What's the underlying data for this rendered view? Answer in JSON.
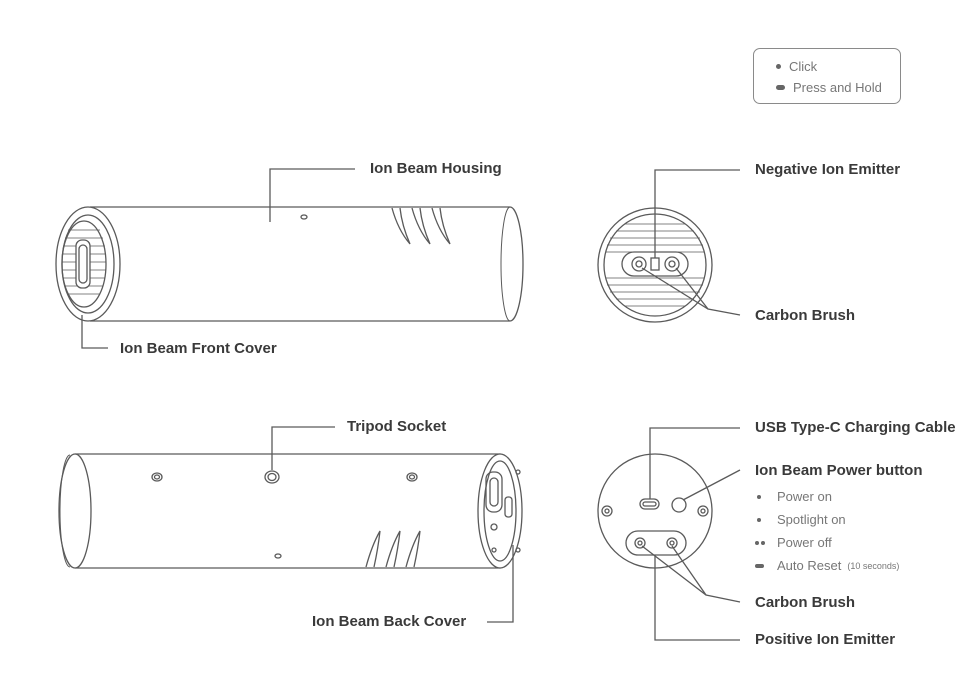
{
  "legend": {
    "click_label": "Click",
    "hold_label": "Press and Hold"
  },
  "labels": {
    "ion_beam_housing": "Ion Beam Housing",
    "ion_beam_front_cover": "Ion Beam Front Cover",
    "negative_ion_emitter": "Negative Ion Emitter",
    "carbon_brush_top": "Carbon Brush",
    "tripod_socket": "Tripod Socket",
    "ion_beam_back_cover": "Ion Beam Back Cover",
    "usb_cable": "USB Type-C Charging Cable",
    "power_button": "Ion Beam Power button",
    "carbon_brush_bottom": "Carbon Brush",
    "positive_ion_emitter": "Positive Ion Emitter"
  },
  "power_actions": [
    {
      "marker": "dot",
      "label": "Power on"
    },
    {
      "marker": "dot",
      "label": "Spotlight on"
    },
    {
      "marker": "double-dot",
      "label": "Power off"
    },
    {
      "marker": "dash",
      "label": "Auto Reset",
      "note": "(10 seconds)"
    }
  ],
  "colors": {
    "line": "#5a5a5a",
    "text": "#3a3a3a",
    "muted": "#777777"
  }
}
